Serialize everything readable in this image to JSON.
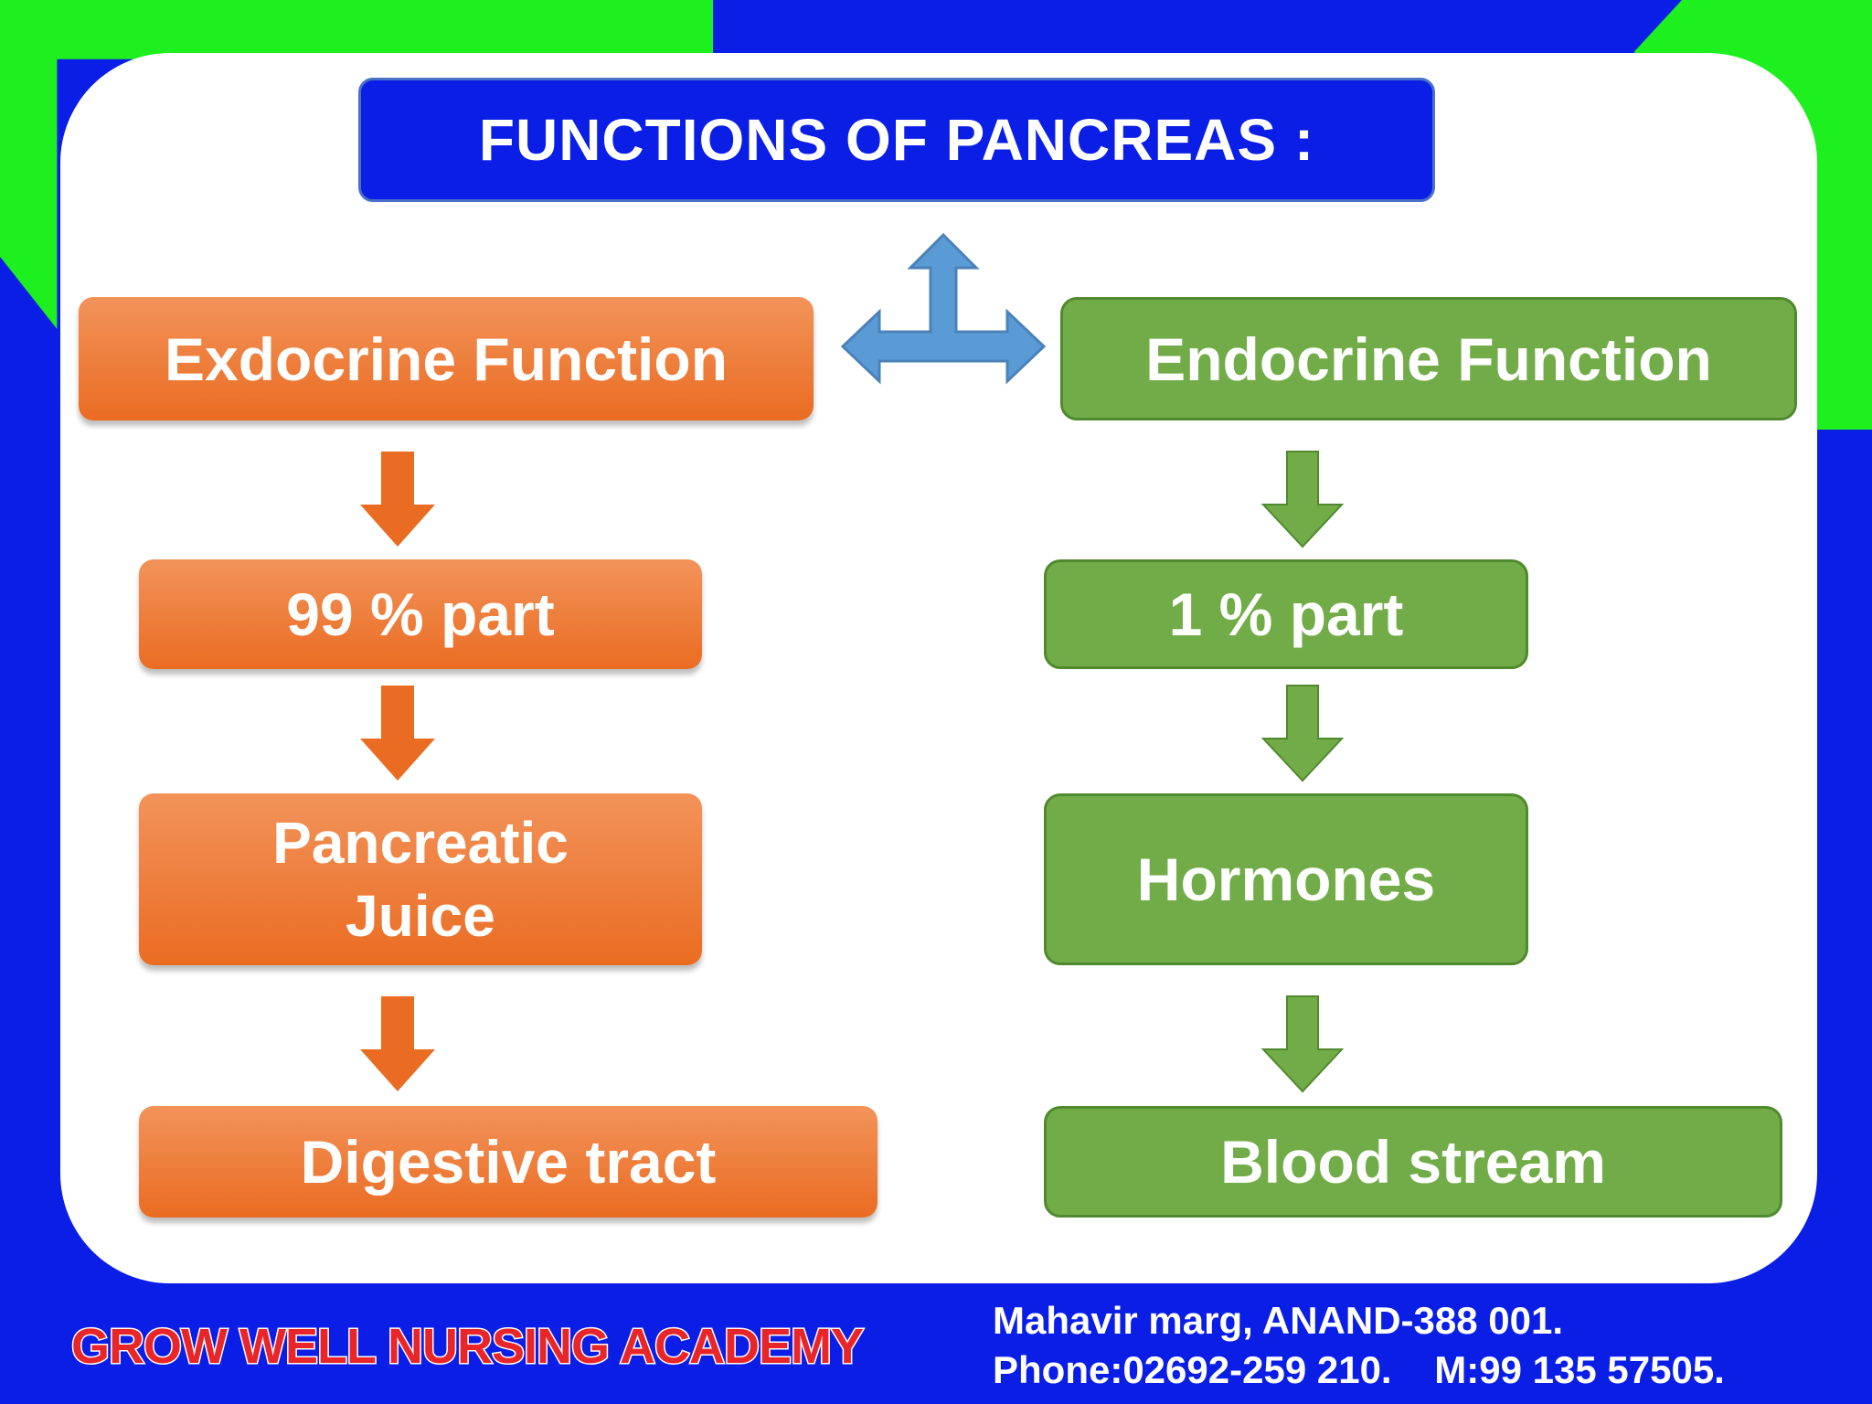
{
  "title": "FUNCTIONS OF PANCREAS :",
  "exocrine": {
    "heading": "Exdocrine Function",
    "part": "99 % part",
    "product_line1": "Pancreatic",
    "product_line2": "Juice",
    "destination": "Digestive tract"
  },
  "endocrine": {
    "heading": "Endocrine Function",
    "part": "1 % part",
    "product": "Hormones",
    "destination": "Blood stream"
  },
  "footer": {
    "academy": "GROW WELL NURSING ACADEMY",
    "address": "Mahavir marg, ANAND-388 001.",
    "phone": "Phone:02692-259 210.",
    "mobile": "M:99 135 57505."
  },
  "colors": {
    "background_blue": "#0a1ee6",
    "accent_green": "#1eef1e",
    "exocrine_orange": "#ea6c22",
    "endocrine_green": "#72ac48",
    "connector_blue": "#5b9bd5",
    "academy_red": "#e8262a"
  }
}
